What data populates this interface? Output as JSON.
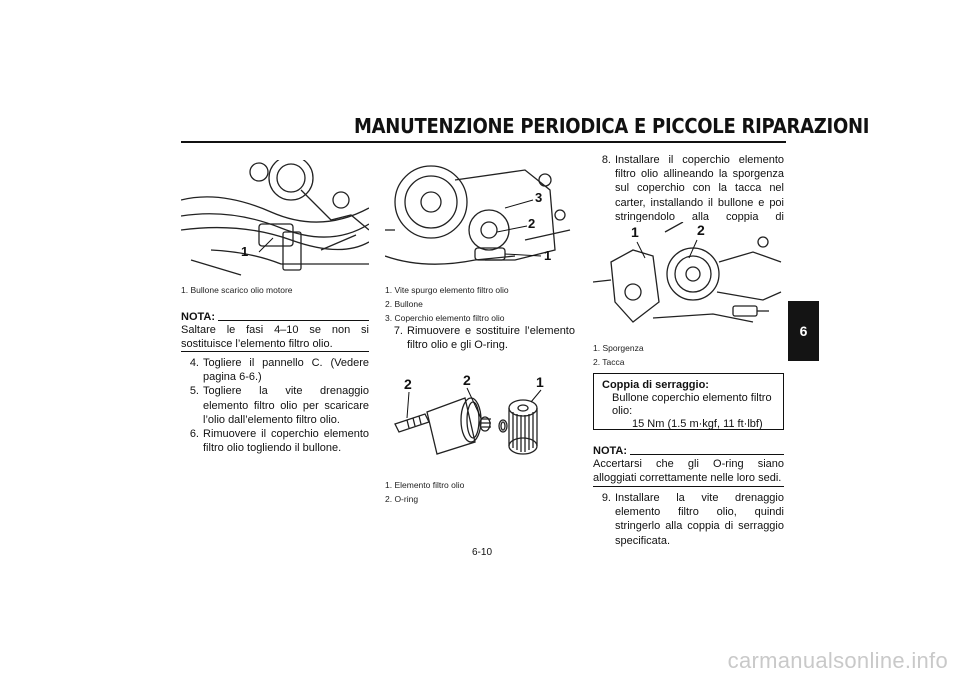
{
  "header": {
    "title": "MANUTENZIONE PERIODICA E PICCOLE RIPARAZIONI",
    "chapter_tab": "6"
  },
  "figure1": {
    "callouts": [
      "1"
    ],
    "caption": [
      "1. Bullone scarico olio motore"
    ]
  },
  "figure2": {
    "callouts": [
      "3",
      "2",
      "1"
    ],
    "caption": [
      "1. Vite spurgo elemento filtro olio",
      "2. Bullone",
      "3. Coperchio elemento filtro olio"
    ]
  },
  "figure3": {
    "callouts": [
      "2",
      "2",
      "1"
    ],
    "caption": [
      "1. Elemento filtro olio",
      "2. O-ring"
    ]
  },
  "figure4": {
    "callouts": [
      "1",
      "2"
    ],
    "caption": [
      "1. Sporgenza",
      "2. Tacca"
    ]
  },
  "nota1": {
    "head": "NOTA:",
    "text": "Saltare le fasi 4–10 se non si sostituisce l’elemento filtro olio."
  },
  "steps_col1": [
    {
      "num": "4.",
      "text": "Togliere il pannello C. (Vedere pagina 6-6.)"
    },
    {
      "num": "5.",
      "text": "Togliere la vite drenaggio elemento filtro olio per scaricare l’olio dall’elemento filtro olio."
    },
    {
      "num": "6.",
      "text": "Rimuovere il coperchio elemento filtro olio togliendo il bullone."
    }
  ],
  "steps_col2": [
    {
      "num": "7.",
      "text": "Rimuovere e sostituire l’elemento filtro olio e gli O-ring."
    }
  ],
  "steps_col3a": [
    {
      "num": "8.",
      "text": "Installare il coperchio elemento filtro olio allineando la sporgenza sul coperchio con la tacca nel carter, installando il bullone e poi stringendolo alla coppia di serraggio secondo specifica."
    }
  ],
  "torque": {
    "head": "Coppia di serraggio:",
    "item": "Bullone coperchio elemento filtro olio:",
    "value": "15 Nm (1.5 m·kgf, 11 ft·lbf)"
  },
  "nota2": {
    "head": "NOTA:",
    "text": "Accertarsi che gli O-ring siano alloggiati correttamente nelle loro sedi."
  },
  "steps_col3b": [
    {
      "num": "9.",
      "text": "Installare la vite drenaggio elemento filtro olio, quindi stringerlo alla coppia di serraggio specificata."
    }
  ],
  "footer": {
    "page_number": "6-10",
    "watermark": "carmanualsonline.info"
  }
}
